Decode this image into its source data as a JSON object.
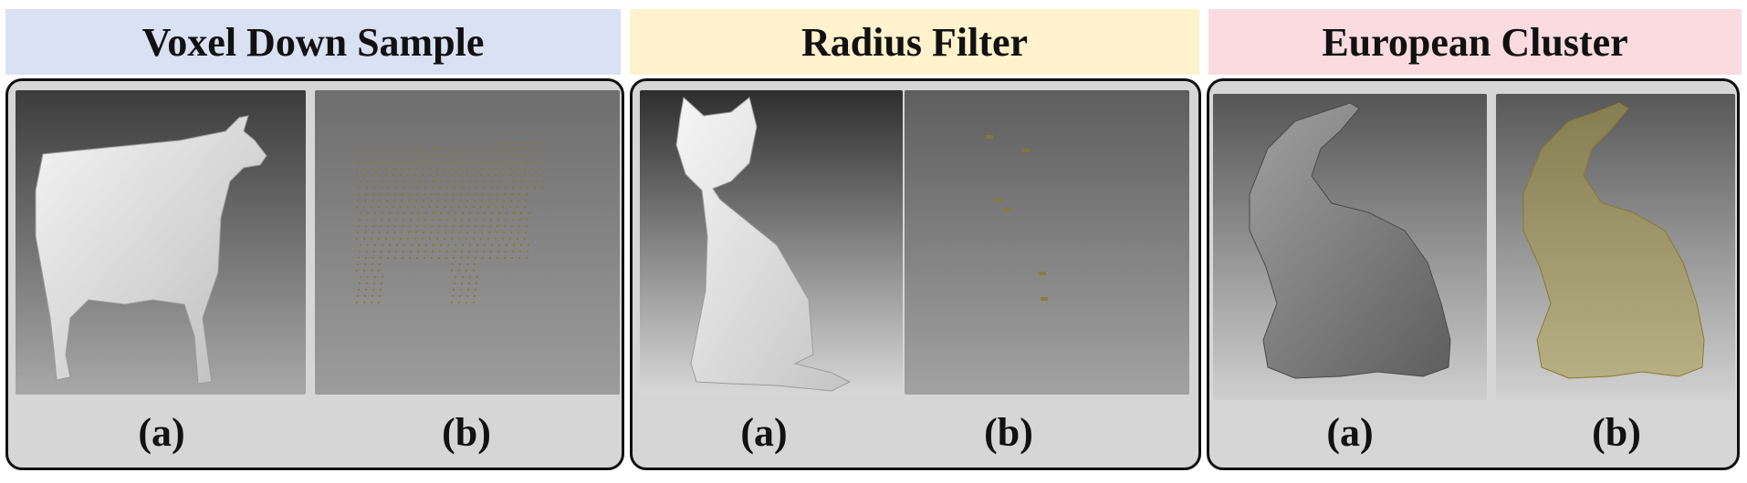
{
  "sections": [
    {
      "title": "Voxel Down Sample",
      "header_color": "#d9e1f2",
      "labels": [
        "(a)",
        "(b)"
      ],
      "views": [
        "solid cow mesh",
        "sparse cow point cloud"
      ]
    },
    {
      "title": "Radius Filter",
      "header_color": "#fff2cc",
      "labels": [
        "(a)",
        "(b)"
      ],
      "views": [
        "solid cat mesh",
        "filtered cat point fragments"
      ]
    },
    {
      "title": "European Cluster",
      "header_color": "#fadbe0",
      "labels": [
        "(a)",
        "(b)"
      ],
      "views": [
        "solid bunny mesh",
        "dense bunny point cloud"
      ]
    }
  ],
  "colors": {
    "mesh": "#e6e6e6",
    "points": "#8a7a2a",
    "panel_bg": "#d6d6d6",
    "view_bg_top": "#3a3a3a",
    "view_bg_bottom": "#9a9a9a"
  }
}
